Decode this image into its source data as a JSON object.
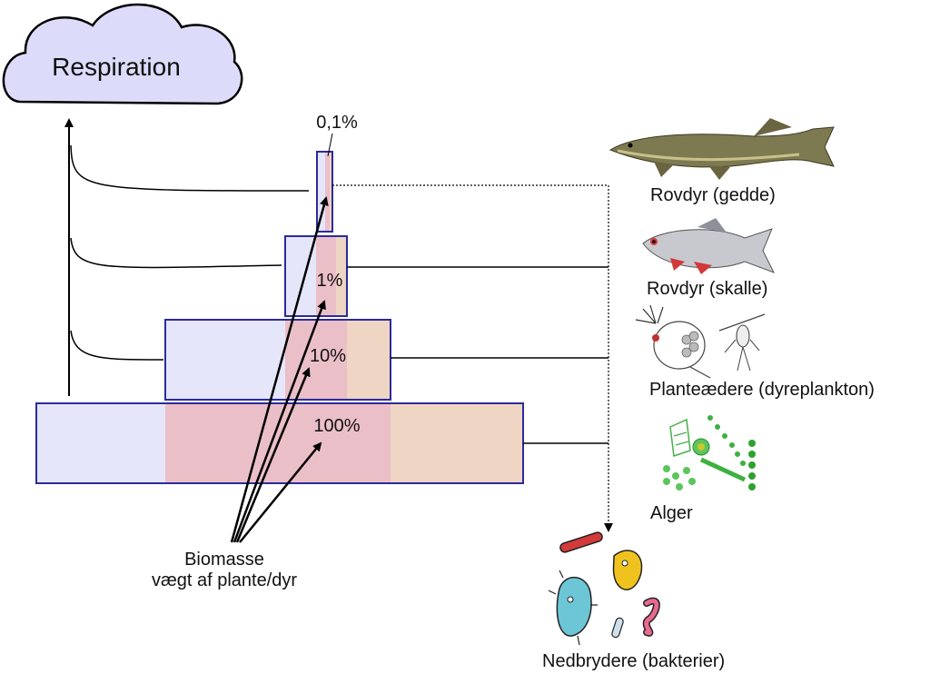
{
  "respiration": {
    "label": "Respiration",
    "fill": "#dcdcfa"
  },
  "levels": [
    {
      "percent": "0,1%",
      "organism": "Rovdyr (gedde)",
      "icon": "pike-icon"
    },
    {
      "percent": "1%",
      "organism": "Rovdyr (skalle)",
      "icon": "roach-fish-icon"
    },
    {
      "percent": "10%",
      "organism": "Planteædere (dyreplankton)",
      "icon": "zooplankton-icon"
    },
    {
      "percent": "100%",
      "organism": "Alger",
      "icon": "algae-icon"
    }
  ],
  "biomass_label": {
    "line1": "Biomasse",
    "line2": "vægt af plante/dyr"
  },
  "decomposers": {
    "label": "Nedbrydere (bakterier)",
    "icon": "bacteria-icon"
  },
  "colors": {
    "respiration_part": "#e6e6fb",
    "biomass_part": "#ebbfc8",
    "detritus_part": "#efd5c4",
    "outline": "#2b2b9a"
  }
}
